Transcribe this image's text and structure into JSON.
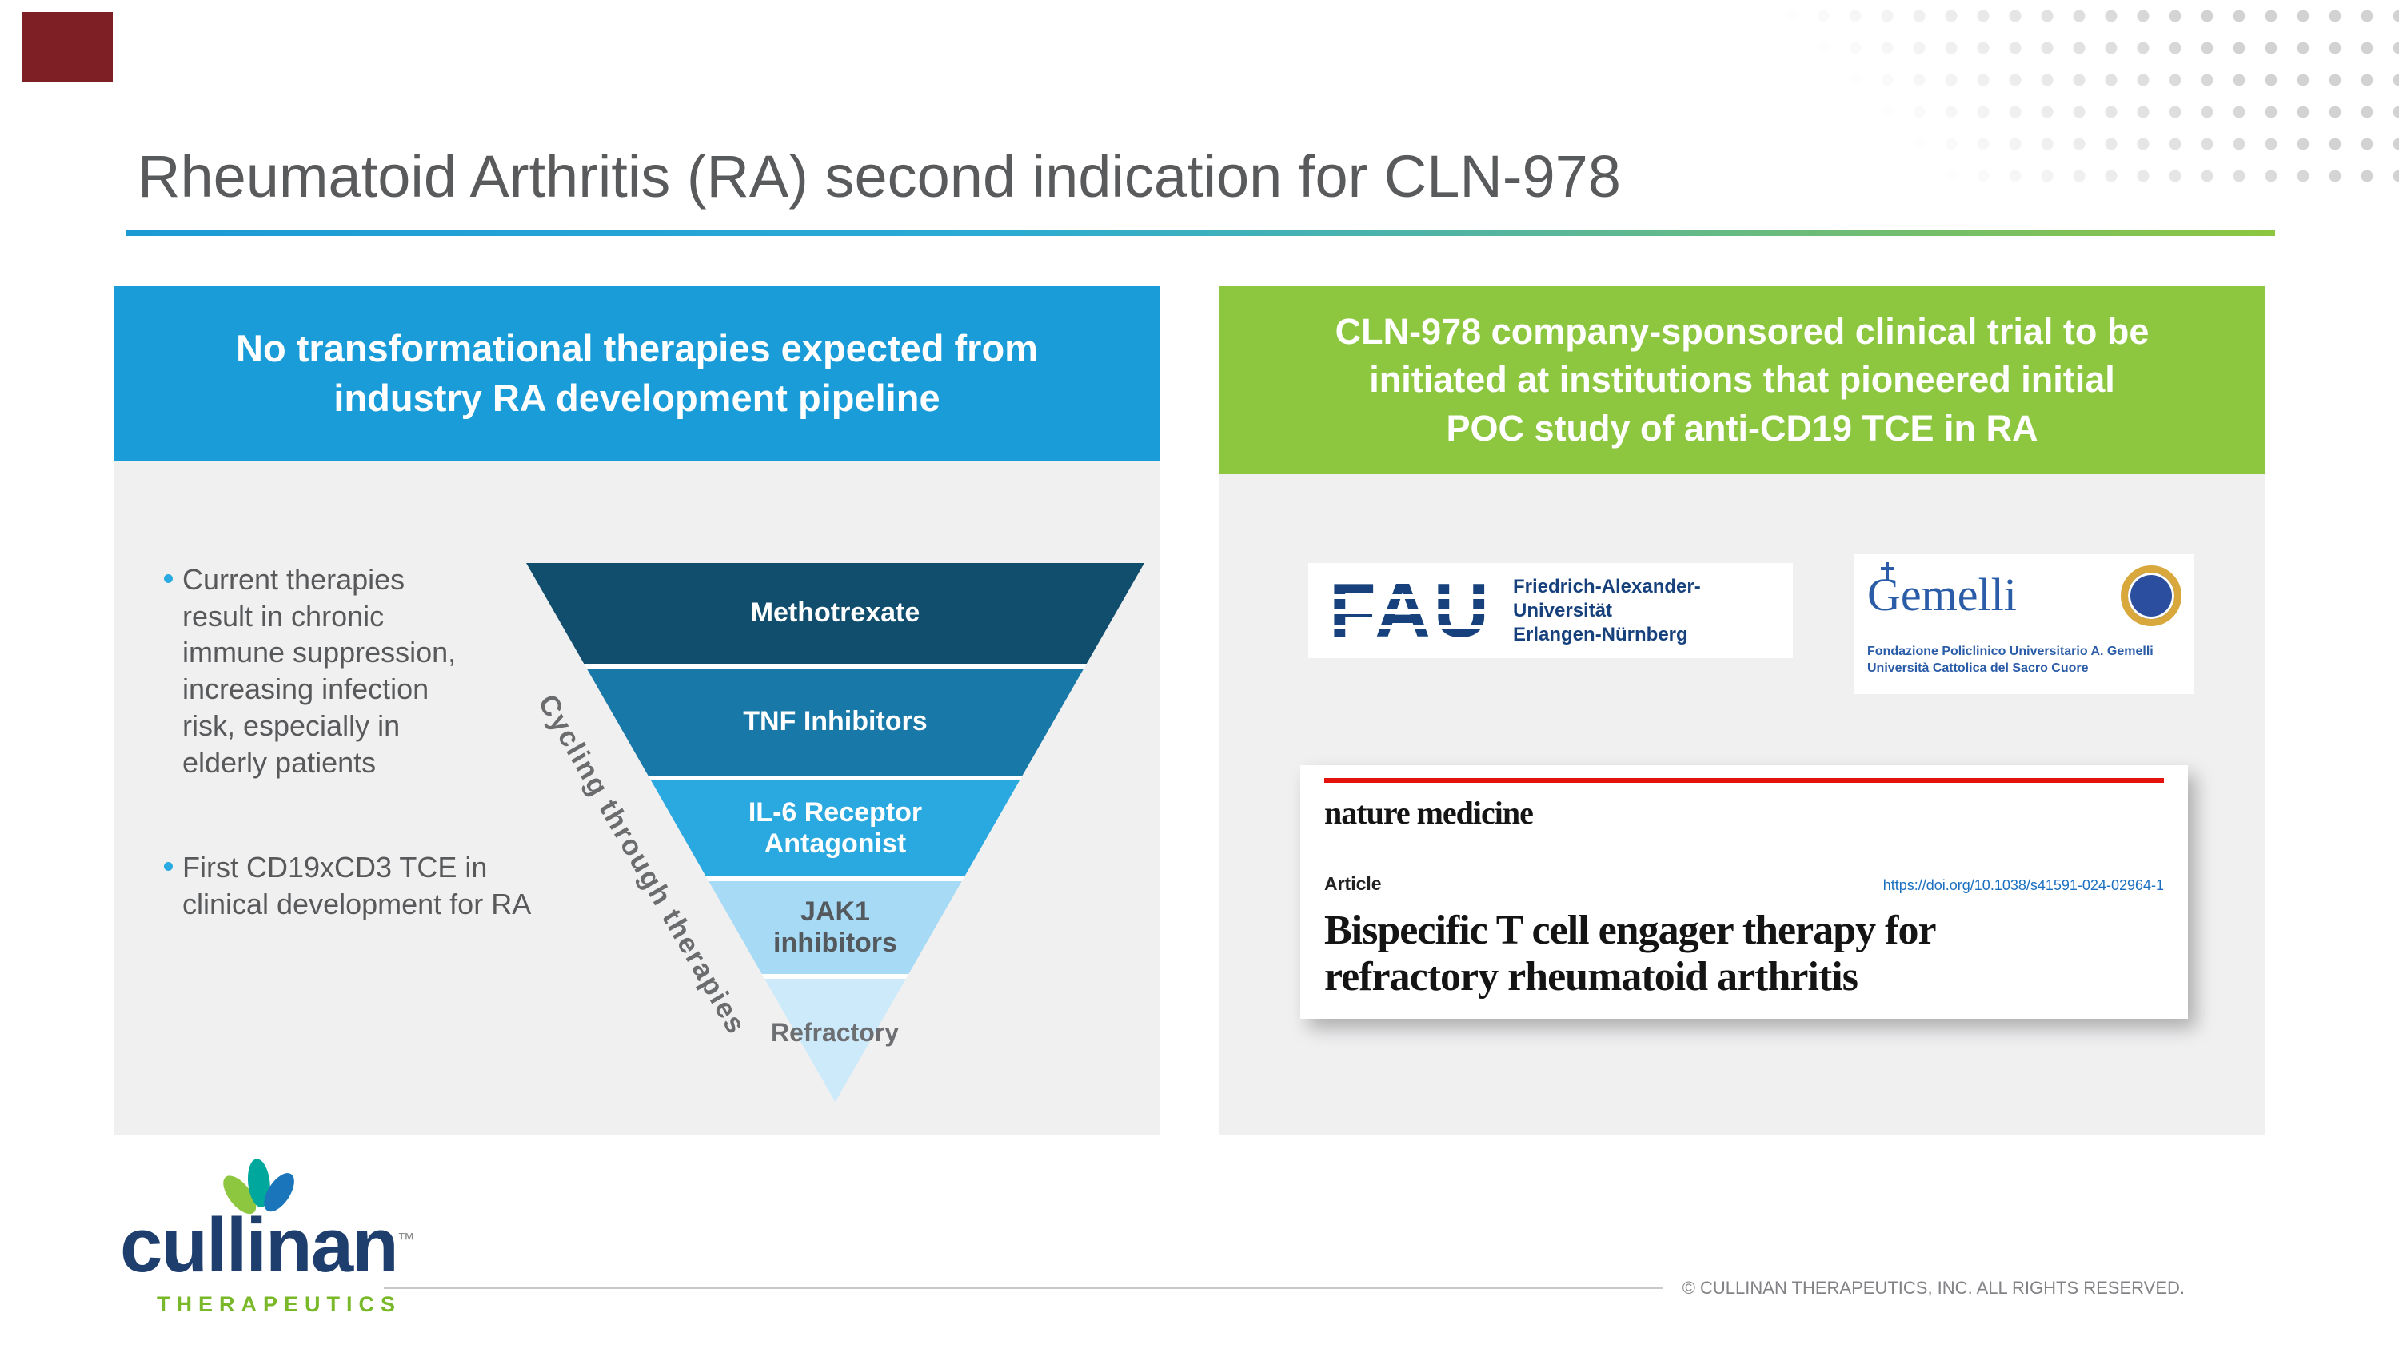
{
  "slide": {
    "title": "Rheumatoid Arthritis (RA) second indication for CLN-978"
  },
  "colors": {
    "header_blue": "#1a9cd8",
    "header_green": "#8dc63f",
    "accent_gradient_start": "#29abe2",
    "accent_gradient_end": "#8dc63f"
  },
  "left_panel": {
    "header_lines": [
      "No transformational therapies expected from",
      "industry RA development pipeline"
    ],
    "bullets": [
      "Current therapies result in chronic immune suppression, increasing infection risk, especially in elderly patients",
      "First CD19xCD3 TCE in clinical development for RA"
    ],
    "funnel_side_label": "Cycling through therapies",
    "funnel": [
      {
        "label": "Methotrexate",
        "bg": "#114e6d",
        "fg": "#ffffff"
      },
      {
        "label": "TNF Inhibitors",
        "bg": "#1878a8",
        "fg": "#ffffff"
      },
      {
        "label": "IL-6 Receptor Antagonist",
        "bg": "#2aa8e0",
        "fg": "#ffffff"
      },
      {
        "label": "JAK1 inhibitors",
        "bg": "#a7daf5",
        "fg": "#54595e"
      },
      {
        "label": "Refractory",
        "bg": "#cdeafb",
        "fg": "#6d6e71"
      }
    ]
  },
  "right_panel": {
    "header_lines": [
      "CLN-978 company-sponsored clinical trial to be",
      "initiated at institutions that pioneered initial",
      "POC study of anti-CD19 TCE in RA"
    ],
    "fau": {
      "letters": "FAU",
      "name_lines": [
        "Friedrich-Alexander-Universität",
        "Erlangen-Nürnberg"
      ]
    },
    "gemelli": {
      "name": "Gemelli",
      "sub_lines": [
        "Fondazione Policlinico Universitario A. Gemelli",
        "Università Cattolica del Sacro Cuore"
      ]
    },
    "article": {
      "journal": "nature medicine",
      "label": "Article",
      "doi": "https://doi.org/10.1038/s41591-024-02964-1",
      "title_lines": [
        "Bispecific T cell engager therapy for",
        "refractory rheumatoid arthritis"
      ]
    }
  },
  "footer": {
    "logo_name": "cullinan",
    "logo_tm": "™",
    "logo_sub": "THERAPEUTICS",
    "copyright": "© CULLINAN THERAPEUTICS, INC. ALL RIGHTS RESERVED."
  }
}
